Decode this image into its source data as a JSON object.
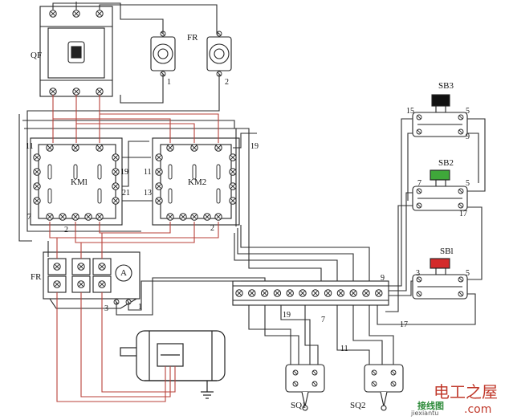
{
  "components": {
    "qf": "QF",
    "fr_top": "FR",
    "fr_bottom": "FR",
    "km1": "KMl",
    "km2": "KM2",
    "sb3": "SB3",
    "sb2": "SB2",
    "sb1": "SBl",
    "sq1": "SQ1",
    "sq2": "SQ2",
    "ammeter": "A"
  },
  "terminal_numbers": {
    "fr_t1": "1",
    "fr_t2": "2",
    "km1_left_top": "11",
    "km1_left_bottom": "7",
    "km1_right_19": "19",
    "km1_right_21": "21",
    "km1_bottom_2": "2",
    "km2_left_11": "11",
    "km2_left_13": "13",
    "km2_bottom_2": "2",
    "wire_19_top": "19",
    "sb3_left": "15",
    "sb3_right_top": "5",
    "sb3_right_bottom": "9",
    "sb2_left": "7",
    "sb2_right_top": "5",
    "sb2_right_bottom": "17",
    "sb1_left": "3",
    "sb1_right": "5",
    "strip_9": "9",
    "strip_19": "19",
    "strip_7": "7",
    "strip_11": "11",
    "strip_17": "17",
    "fr_bottom_3": "3",
    "fr_bottom_1": "1"
  },
  "watermark": {
    "line1": "电工之屋",
    "line2": "接线图",
    "line3": "jiexiantu",
    "line4": ".com"
  },
  "colors": {
    "wire_black": "#2a2a2a",
    "wire_red": "#b8403a",
    "button_black": "#111111",
    "button_green": "#3fa83a",
    "button_red": "#d42a2a",
    "watermark_red": "#c0392b",
    "watermark_green": "#2e8b3a"
  }
}
